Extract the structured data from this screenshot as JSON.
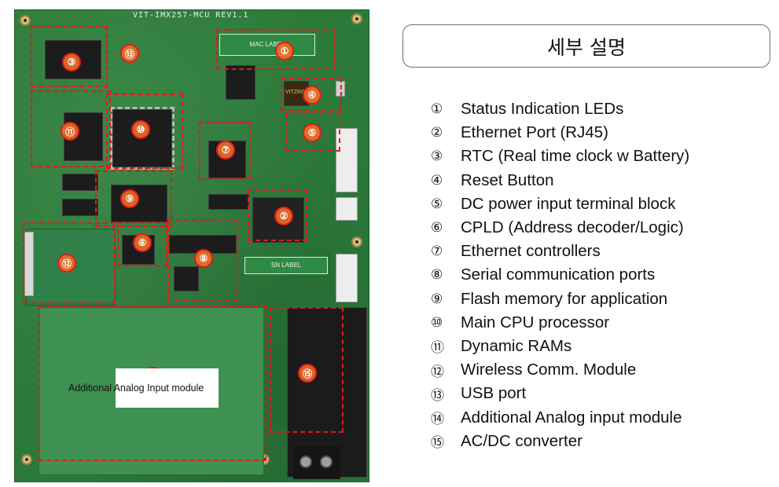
{
  "board": {
    "silkscreen": "VIT-IMX257-MCU REV1.1",
    "mac_label": "MAC LABEL",
    "sn_label": "SN LABEL",
    "logo": "VITZRO",
    "overlay_label": "Additional Analog Input module",
    "callout_numbers": [
      "①",
      "②",
      "③",
      "④",
      "⑤",
      "⑥",
      "⑦",
      "⑧",
      "⑨",
      "⑩",
      "⑪",
      "⑫",
      "⑬",
      "⑭",
      "⑮"
    ]
  },
  "panel": {
    "title": "세부 설명",
    "items": [
      {
        "marker": "①",
        "text": "Status Indication LEDs"
      },
      {
        "marker": "②",
        "text": "Ethernet Port (RJ45)"
      },
      {
        "marker": "③",
        "text": "RTC (Real time clock w Battery)"
      },
      {
        "marker": "④",
        "text": "Reset Button"
      },
      {
        "marker": "⑤",
        "text": "DC power input terminal block"
      },
      {
        "marker": "⑥",
        "text": "CPLD (Address decoder/Logic)"
      },
      {
        "marker": "⑦",
        "text": "Ethernet controllers"
      },
      {
        "marker": "⑧",
        "text": "Serial communication  ports"
      },
      {
        "marker": "⑨",
        "text": "Flash memory for application"
      },
      {
        "marker": "⑩",
        "text": "Main CPU processor"
      },
      {
        "marker": "⑪",
        "text": "Dynamic RAMs"
      },
      {
        "marker": "⑫",
        "text": "Wireless Comm. Module"
      },
      {
        "marker": "⑬",
        "text": "USB port"
      },
      {
        "marker": "⑭",
        "text": "Additional Analog input module"
      },
      {
        "marker": "⑮",
        "text": "AC/DC converter"
      }
    ]
  }
}
